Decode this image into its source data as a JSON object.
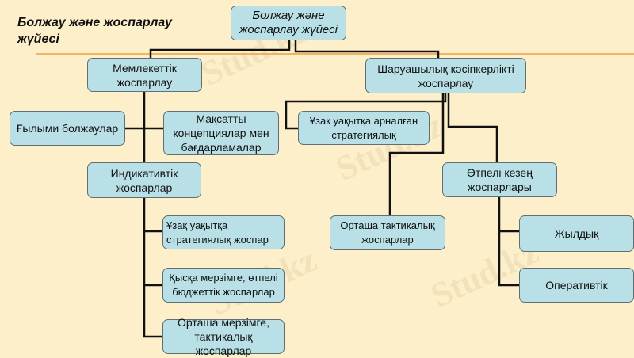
{
  "slide_title": "Болжау және жоспарлау жүйесі",
  "watermark": "Stud.kz",
  "colors": {
    "background": "#fdefc9",
    "box": "#b9e0e6",
    "rule": "#f0a040"
  },
  "nodes": {
    "root": "Болжау және жоспарлау жүйесі",
    "state": "Мемлекеттік жоспарлау",
    "farm": "Шаруашылық кәсіпкерлікті жоспарлау",
    "scientific": "Ғылыми болжаулар",
    "targeted": "Мақсатты концепциялар мен бағдарламалар",
    "indicative": "Индикативтік жоспарлар",
    "long_strategic_plan": "Ұзақ уақытқа стратегиялық жоспар",
    "short_budget": "Қысқа мерзімге, өтпелі бюджеттік жоспарлар",
    "medium_tactical": "Орташа мерзімге, тактикалық жоспарлар",
    "long_strategic": "Ұзақ уақытқа арналған стратегиялық",
    "mid_tactical": "Орташа тактикалық жоспарлар",
    "transition": "Өтпелі кезең жоспарлары",
    "annual": "Жылдық",
    "operative": "Оперативтік"
  }
}
